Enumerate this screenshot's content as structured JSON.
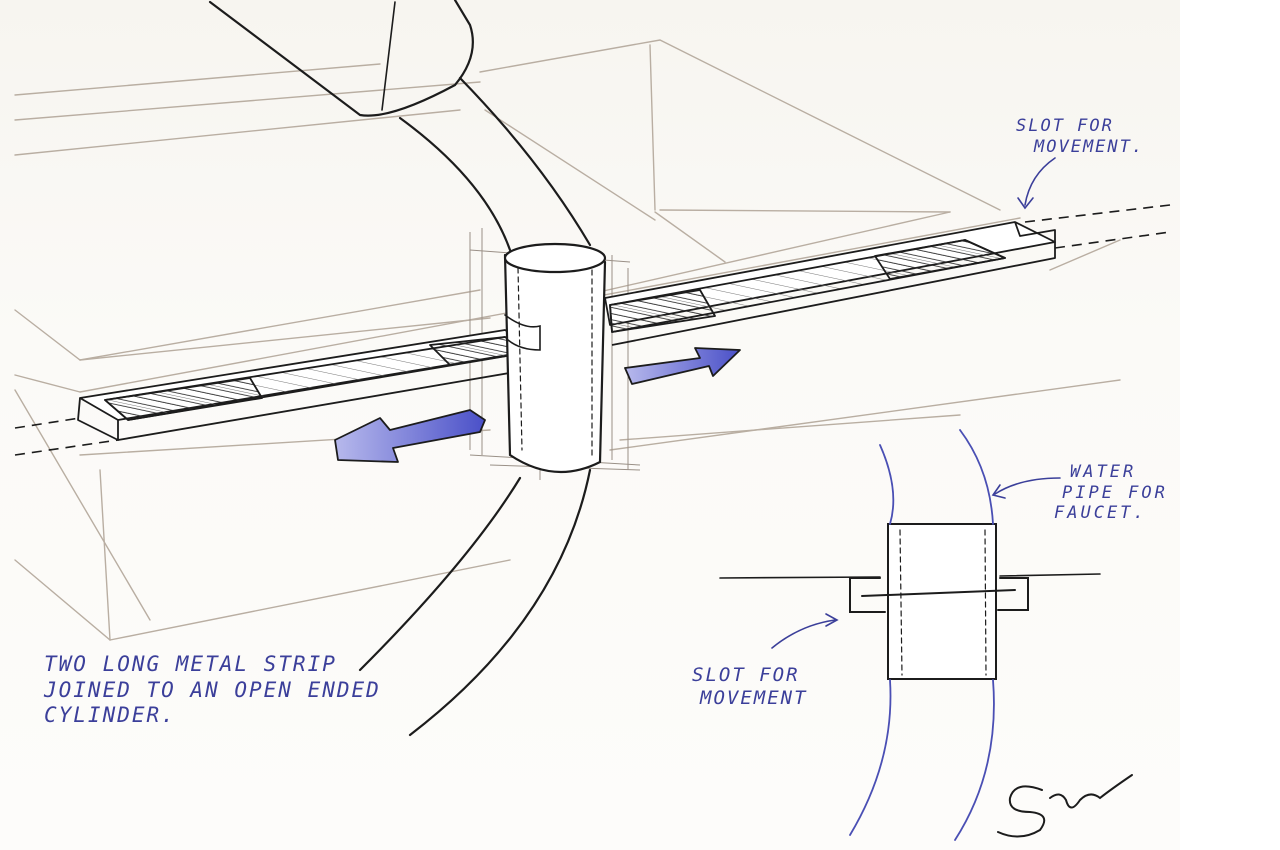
{
  "annotations": {
    "strip_note": [
      "TWO LONG METAL STRIP",
      "JOINED TO AN OPEN ENDED",
      "CYLINDER."
    ],
    "slot_top": [
      "SLOT FOR",
      "MOVEMENT."
    ],
    "slot_bottom": [
      "SLOT FOR",
      "MOVEMENT"
    ],
    "pipe_note": [
      "WATER",
      "PIPE FOR",
      "FAUCET."
    ]
  },
  "signature": "SShukla",
  "colors": {
    "ink": "#1c1c1c",
    "pencil": "#b9aea2",
    "blue_ink": "#3b3f9a",
    "arrow_fill": "#6a6fd0"
  }
}
